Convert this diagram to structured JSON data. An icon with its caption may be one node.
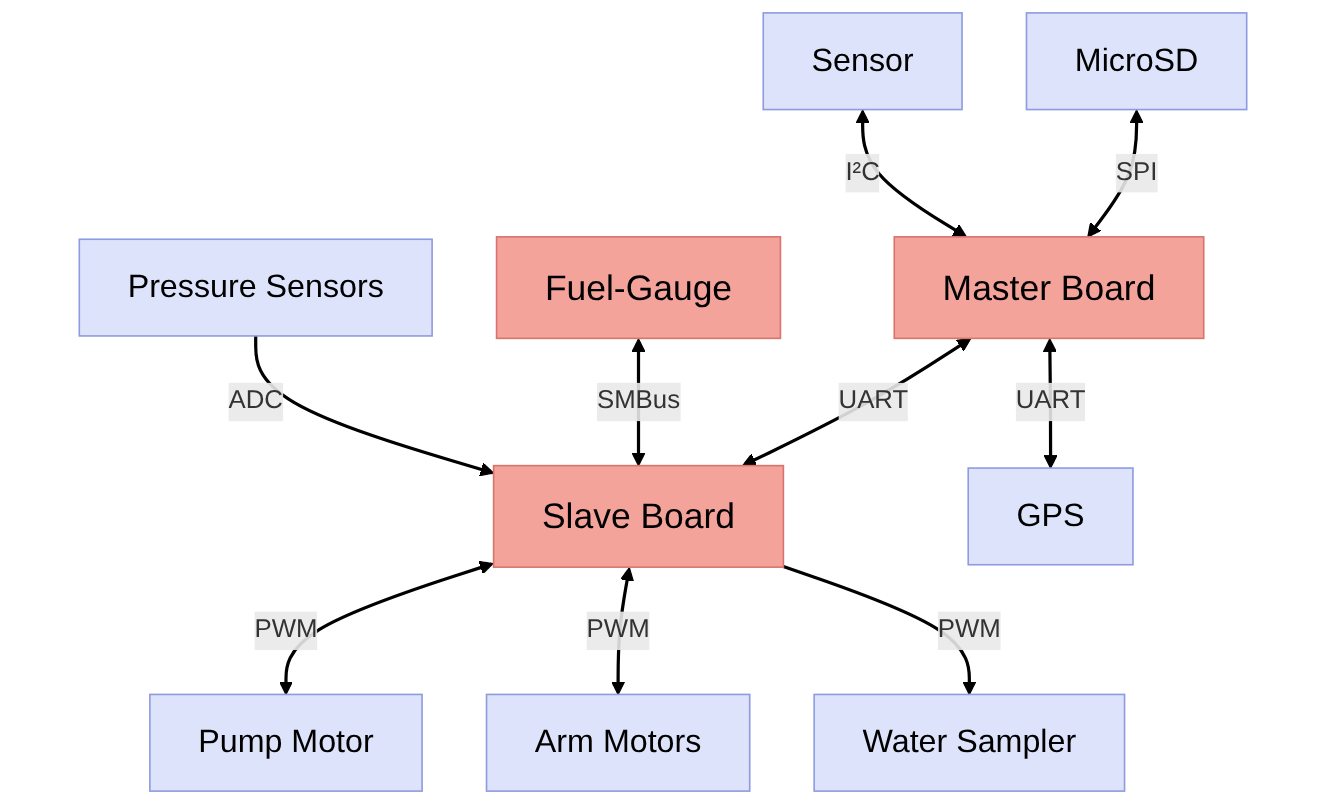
{
  "diagram": {
    "nodes": [
      {
        "text": [
          "MicroSD"
        ]
      },
      {
        "text": [
          "Sensor"
        ]
      },
      {
        "text": [
          "Fuel-Gauge"
        ]
      },
      {
        "text": [
          "Master Board"
        ]
      },
      {
        "text": [
          "Slave Board"
        ]
      },
      {
        "text": [
          "Pump Motor"
        ]
      },
      {
        "text": [
          "Arm Motors"
        ]
      },
      {
        "text": [
          "GPS"
        ]
      },
      {
        "text": [
          "Water Sampler"
        ]
      },
      {
        "text": [
          "Pressure Sensors"
        ]
      }
    ],
    "edges": [
      {
        "from": 0,
        "to": 3,
        "arrow": "both",
        "label": "SPI"
      },
      {
        "from": 1,
        "to": 3,
        "arrow": "both",
        "label": "I²C"
      },
      {
        "from": 3,
        "to": 4,
        "arrow": "both",
        "label": "UART"
      },
      {
        "from": 2,
        "to": 4,
        "arrow": "both",
        "label": "SMBus"
      },
      {
        "from": 4,
        "to": 5,
        "arrow": "both",
        "label": "PWM"
      },
      {
        "from": 4,
        "to": 6,
        "arrow": "both",
        "label": "PWM"
      },
      {
        "from": 3,
        "to": 7,
        "arrow": "both",
        "label": "UART"
      },
      {
        "from": 4,
        "to": 8,
        "arrow": "to",
        "label": "PWM"
      },
      {
        "from": 9,
        "to": 4,
        "arrow": "to",
        "label": "ADC"
      }
    ]
  }
}
